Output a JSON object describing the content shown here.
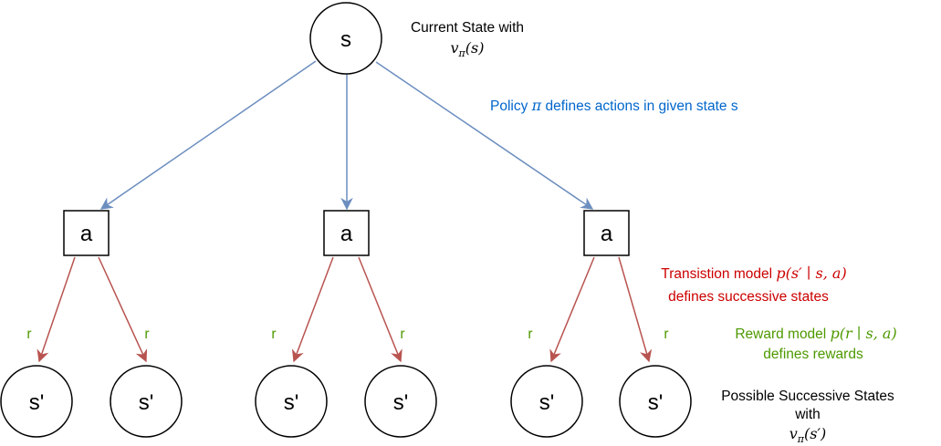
{
  "root_state": {
    "label": "s"
  },
  "root_caption": {
    "line1": "Current State with",
    "v": "v",
    "pi": "π",
    "arg": "(s)"
  },
  "policy_caption": {
    "prefix": "Policy ",
    "pi": "π",
    "suffix": " defines actions in given state s"
  },
  "actions": [
    {
      "label": "a"
    },
    {
      "label": "a"
    },
    {
      "label": "a"
    }
  ],
  "successor_state_label": "s'",
  "reward_edge_label": "r",
  "transition_caption": {
    "prefix": "Transistion model ",
    "formula": "p(s′ ∣ s, a)",
    "line2": "defines successive states"
  },
  "reward_caption": {
    "prefix": "Reward model ",
    "formula": "p(r ∣ s, a)",
    "line2": "defines rewards"
  },
  "successor_caption": {
    "line1": "Possible Successive States",
    "line2": "with",
    "v": "v",
    "pi": "π",
    "arg": "(s′)"
  },
  "colors": {
    "policy_edge": "#6c8ebf",
    "transition_edge": "#b85450",
    "policy_text": "#0066cc",
    "transition_text": "#cc0000",
    "reward_text": "#4d9900",
    "node_stroke": "#000000"
  }
}
